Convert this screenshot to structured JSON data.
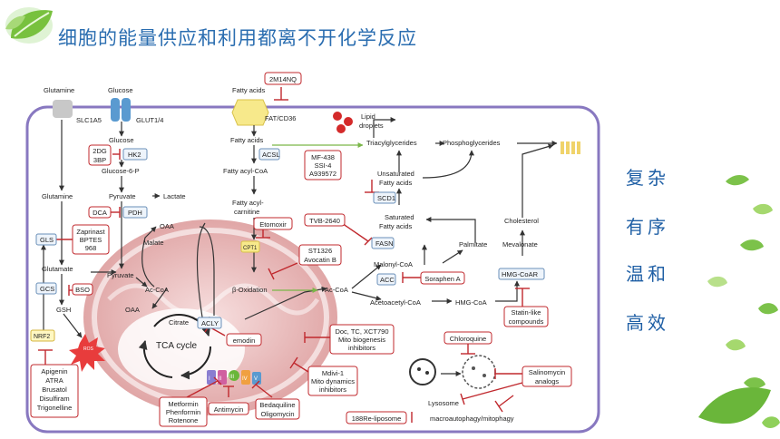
{
  "page": {
    "title": "细胞的能量供应和利用都离不开化学反应",
    "side_words": [
      "复杂",
      "有序",
      "温和",
      "高效"
    ]
  },
  "diagram": {
    "labels": {
      "glutamine_out": "Glutamine",
      "glucose_out": "Glucose",
      "fatty_acids_out": "Fatty acids",
      "slc1a5": "SLC1A5",
      "glut14": "GLUT1/4",
      "fat_cd36": "FAT/CD36",
      "glucose_in": "Glucose",
      "hk2": "HK2",
      "glucose6p": "Glucose-6-P",
      "glutamine_in": "Glutamine",
      "pyruvate": "Pyruvate",
      "lactate": "Lactate",
      "pdh": "PDH",
      "gls": "GLS",
      "glutamate": "Glutamate",
      "gcs": "GCS",
      "gsh": "GSH",
      "nrf2": "NRF2",
      "ros": "ROS",
      "fatty_acids_in": "Fatty acids",
      "acsl": "ACSL",
      "fatty_acyl_coa": "Fatty acyl-CoA",
      "fatty_acyl_carnitine_1": "Fatty acyl-",
      "fatty_acyl_carnitine_2": "carnitine",
      "cpt1": "CPT1",
      "oaa_top": "OAA",
      "malate": "Malate",
      "pyruvate_mito": "Pyruvate",
      "ac_coa_mito": "Ac-CoA",
      "beta_oxidation": "β-Oxidation",
      "oaa_mito": "OAA",
      "citrate": "Citrate",
      "acly": "ACLY",
      "tca_cycle": "TCA cycle",
      "lipid_droplets_1": "Lipid",
      "lipid_droplets_2": "droplets",
      "triacylglycerides": "Triacylglycerides",
      "phosphoglycerides": "Phosphoglycerides",
      "unsaturated_1": "Unsaturated",
      "unsaturated_2": "Fatty acids",
      "scd1": "SCD1",
      "saturated_1": "Saturated",
      "saturated_2": "Fatty acids",
      "fasn": "FASN",
      "palmitate": "Palmitate",
      "cholesterol": "Cholesterol",
      "malonyl_coa": "Malonyl-CoA",
      "mevalonate": "Mevalonate",
      "acc": "ACC",
      "hmg_coar": "HMG-CoAR",
      "ac_coa_cyto": "Ac-CoA",
      "acetoacetyl_coa": "Acetoacetyl-CoA",
      "hmg_coa": "HMG-CoA",
      "lysosome": "Lysosome",
      "autophagy": "macroautophagy/mitophagy"
    },
    "inhibitors": {
      "2m14nq": [
        "2M14NQ"
      ],
      "dg_3bp": [
        "2DG",
        "3BP"
      ],
      "dca": [
        "DCA"
      ],
      "zaprinast": [
        "Zaprinast",
        "BPTES",
        "968"
      ],
      "bso": [
        "BSO"
      ],
      "mf438": [
        "MF-438",
        "SSI-4",
        "A939572"
      ],
      "tvb2640": [
        "TVB-2640"
      ],
      "etomoxir": [
        "Etomoxir"
      ],
      "st1326": [
        "ST1326",
        "Avocatin B"
      ],
      "soraphen": [
        "Soraphen A"
      ],
      "statin": [
        "Statin-like",
        "compounds"
      ],
      "emodin": [
        "emodin"
      ],
      "doc": [
        "Doc, TC, XCT790",
        "Mito biogenesis",
        "inhibitors"
      ],
      "chloroquine": [
        "Chloroquine"
      ],
      "salinomycin": [
        "Salinomycin",
        "analogs"
      ],
      "apigenin": [
        "Apigenin",
        "ATRA",
        "Brusatol",
        "Disulfiram",
        "Trigonelline"
      ],
      "mdivi": [
        "Mdivi-1",
        "Mito dynamics",
        "inhibitors"
      ],
      "metformin": [
        "Metformin",
        "Phenformin",
        "Rotenone"
      ],
      "antimycin": [
        "Antimycin"
      ],
      "bedaquiline": [
        "Bedaquiline",
        "Oligomycin"
      ],
      "re188": [
        "188Re-liposome"
      ]
    },
    "complex_labels": [
      "I",
      "II",
      "III",
      "IV",
      "V"
    ]
  },
  "colors": {
    "title": "#2a6db0",
    "inhibitor_red": "#c0282d",
    "cell_membrane": "#8878c0",
    "mito_fill": "#d98a8a",
    "accent_blue": "#5a9ad0",
    "green": "#7ab648",
    "yellow": "#f7e98b"
  }
}
